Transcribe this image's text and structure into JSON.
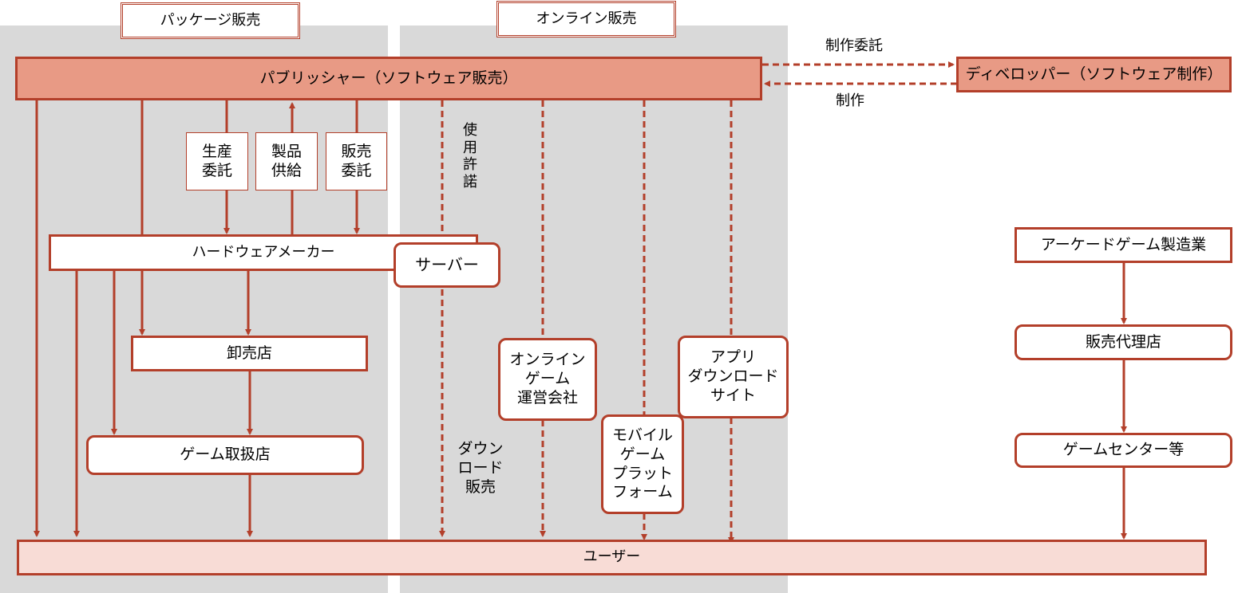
{
  "colors": {
    "accent": "#b33f2a",
    "publisher_fill": "#e89a85",
    "user_fill": "#f8dcd6",
    "region_fill": "#d9d9d9"
  },
  "headers": {
    "package": "パッケージ販売",
    "online": "オンライン販売"
  },
  "nodes": {
    "publisher": "パブリッシャー（ソフトウェア販売）",
    "developer": "ディベロッパー（ソフトウェア制作）",
    "hardware_maker": "ハードウェアメーカー",
    "server": "サーバー",
    "wholesaler": "卸売店",
    "game_shop": "ゲーム取扱店",
    "online_operator": "オンライン\nゲーム\n運営会社",
    "mobile_platform": "モバイル\nゲーム\nプラット\nフォーム",
    "app_download_site": "アプリ\nダウンロード\nサイト",
    "arcade_maker": "アーケードゲーム製造業",
    "sales_agent": "販売代理店",
    "game_center": "ゲームセンター等",
    "user": "ユーザー"
  },
  "labels": {
    "production_commission": "生産\n委託",
    "product_supply": "製品\n供給",
    "sales_commission": "販売\n委託",
    "license": "使\n用\n許\n諾",
    "dev_commission": "制作委託",
    "production": "制作",
    "download_sales": "ダウン\nロード\n販売"
  }
}
